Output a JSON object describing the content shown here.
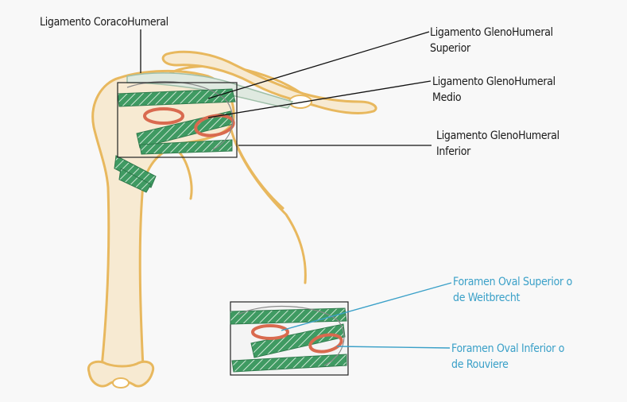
{
  "labels": {
    "coracohumeral": "Ligamento CoracoHumeral",
    "gh_superior": [
      "Ligamento GlenoHumeral",
      "Superior"
    ],
    "gh_medio": [
      "Ligamento GlenoHumeral",
      "Medio"
    ],
    "gh_inferior": [
      "Ligamento GlenoHumeral",
      "Inferior"
    ],
    "foramen_superior": [
      "Foramen Oval Superior o",
      "de Weitbrecht"
    ],
    "foramen_inferior": [
      "Foramen Oval Inferior o",
      "de Rouviere"
    ]
  },
  "colors": {
    "bone_fill": "#f7ead2",
    "bone_stroke": "#e8b85e",
    "ligament_green": "#3f9a62",
    "foramen_red": "#d96a4f",
    "leader_line": "#111111",
    "foramen_text": "#3aa0c8"
  }
}
